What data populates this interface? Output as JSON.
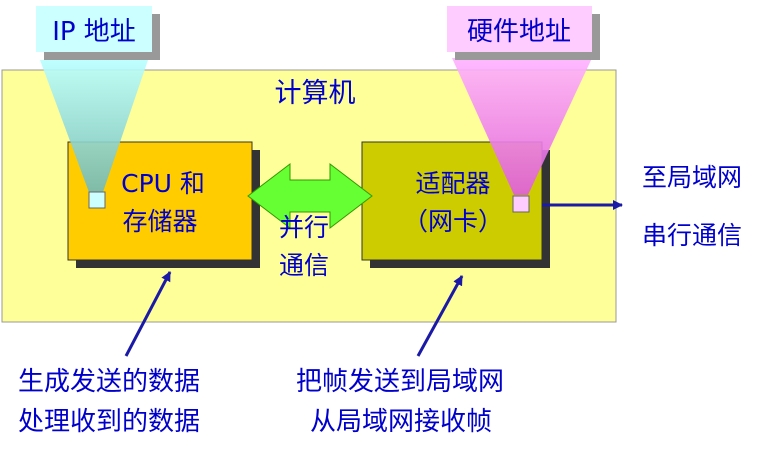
{
  "labels": {
    "ip_address": "IP 地址",
    "hardware_address": "硬件地址",
    "computer": "计算机",
    "cpu_line1": "CPU 和",
    "cpu_line2": "存储器",
    "adapter_line1": "适配器",
    "adapter_line2": "（网卡）",
    "parallel_line1": "并行",
    "parallel_line2": "通信",
    "to_lan": "至局域网",
    "serial": "串行通信",
    "cpu_note_line1": "生成发送的数据",
    "cpu_note_line2": "处理收到的数据",
    "adapter_note_line1": "把帧发送到局域网",
    "adapter_note_line2": "从局域网接收帧"
  },
  "colors": {
    "computer_fill": "#ffff99",
    "cpu_fill": "#ffcc00",
    "adapter_fill": "#cccc00",
    "shadow": "#333333",
    "ip_label_fill": "#ccffff",
    "hw_label_fill": "#ffccff",
    "arrow_green": "#66ff33",
    "text_blue": "#0000cc",
    "line_blue": "#1a1aa6",
    "ip_marker": "#ccffff",
    "hw_marker": "#ffccff"
  }
}
